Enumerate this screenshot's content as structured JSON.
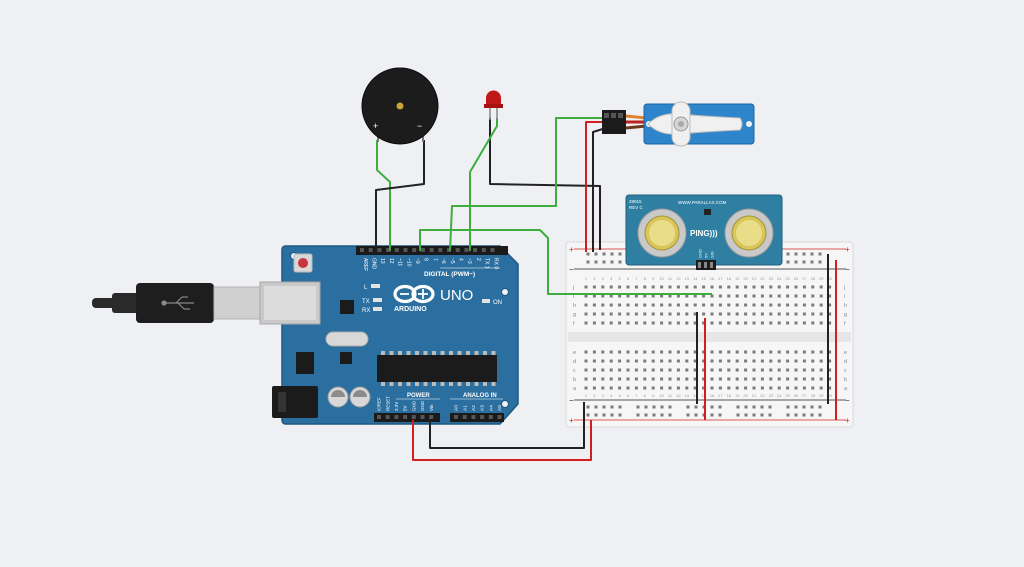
{
  "colors": {
    "background": "#eef0f3",
    "arduino_board": "#2a6fa0",
    "arduino_dark": "#1f5780",
    "wire_green": "#3dae3d",
    "wire_black": "#222222",
    "wire_red": "#d11f1f",
    "breadboard": "#f4f4f4",
    "servo_body": "#2f85cc",
    "ping_board": "#2f7fa3",
    "led_red": "#c01818"
  },
  "arduino": {
    "logo_text": "ARDUINO",
    "model": "UNO",
    "digital_header_label": "DIGITAL (PWM~)",
    "power_label": "POWER",
    "analog_label": "ANALOG IN",
    "on_label": "ON",
    "l_label": "L",
    "tx_label": "TX",
    "rx_label": "RX",
    "top_pins": [
      "AREF",
      "GND",
      "13",
      "12",
      "~11",
      "~10",
      "~9",
      "8",
      "7",
      "~6",
      "~5",
      "4",
      "~3",
      "2",
      "TX 1",
      "RX 0"
    ],
    "power_pins": [
      "IOREF",
      "RESET",
      "3.3V",
      "5V",
      "GND",
      "GND",
      "Vin"
    ],
    "analog_pins": [
      "A0",
      "A1",
      "A2",
      "A3",
      "A4",
      "A5"
    ]
  },
  "buzzer": {
    "plus_label": "+",
    "minus_label": "−"
  },
  "ping_sensor": {
    "model_line1": "28015",
    "model_line2": "REV C",
    "website": "WWW.PARALLAX.COM",
    "name": "PING)))",
    "pin_labels": [
      "GND",
      "5V",
      "SIG"
    ]
  },
  "breadboard": {
    "plus_label": "+",
    "minus_label": "−",
    "row_letters_top": [
      "j",
      "i",
      "h",
      "g",
      "f"
    ],
    "row_letters_bottom": [
      "e",
      "d",
      "c",
      "b",
      "a"
    ],
    "column_numbers": [
      "1",
      "2",
      "3",
      "4",
      "5",
      "6",
      "7",
      "8",
      "9",
      "10",
      "11",
      "12",
      "13",
      "14",
      "15",
      "16",
      "17",
      "18",
      "19",
      "20",
      "21",
      "22",
      "23",
      "24",
      "25",
      "26",
      "27",
      "28",
      "29",
      "30"
    ]
  }
}
